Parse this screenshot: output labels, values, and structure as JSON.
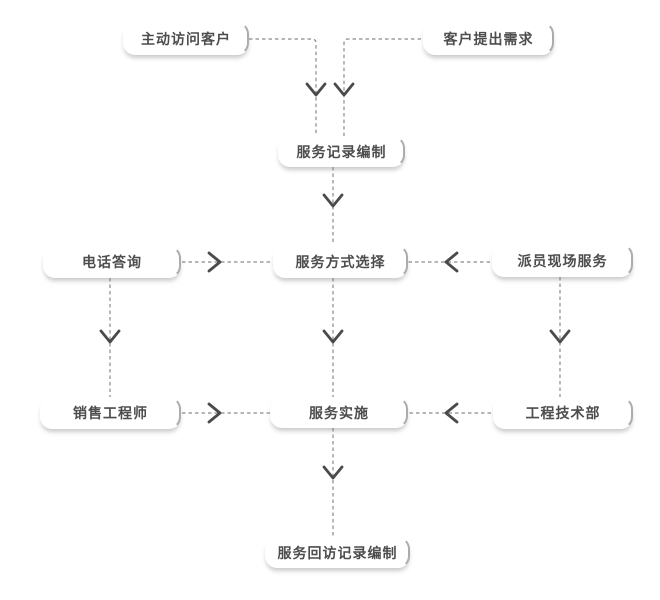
{
  "diagram": {
    "background_color": "#ffffff",
    "node_text_color": "#4d4d4d",
    "node_border_color": "#acacac",
    "connector_color": "#8a8a8a",
    "arrowhead_color": "#4a4a4a",
    "nodes": [
      {
        "id": "visit-customer",
        "label": "主动访问客户"
      },
      {
        "id": "customer-request",
        "label": "客户提出需求"
      },
      {
        "id": "service-record",
        "label": "服务记录编制"
      },
      {
        "id": "phone-inquiry",
        "label": "电话答询"
      },
      {
        "id": "service-method-select",
        "label": "服务方式选择"
      },
      {
        "id": "onsite-service",
        "label": "派员现场服务"
      },
      {
        "id": "sales-engineer",
        "label": "销售工程师"
      },
      {
        "id": "service-implementation",
        "label": "服务实施"
      },
      {
        "id": "engineering-dept",
        "label": "工程技术部"
      },
      {
        "id": "service-followup-record",
        "label": "服务回访记录编制"
      }
    ],
    "edges": [
      {
        "from": "visit-customer",
        "to": "service-record",
        "style": "dashed"
      },
      {
        "from": "customer-request",
        "to": "service-record",
        "style": "dashed"
      },
      {
        "from": "service-record",
        "to": "service-method-select",
        "style": "dashed"
      },
      {
        "from": "phone-inquiry",
        "to": "service-method-select",
        "style": "dashed"
      },
      {
        "from": "onsite-service",
        "to": "service-method-select",
        "style": "dashed"
      },
      {
        "from": "phone-inquiry",
        "to": "sales-engineer",
        "style": "dashed"
      },
      {
        "from": "service-method-select",
        "to": "service-implementation",
        "style": "dashed"
      },
      {
        "from": "onsite-service",
        "to": "engineering-dept",
        "style": "dashed"
      },
      {
        "from": "sales-engineer",
        "to": "service-implementation",
        "style": "dashed"
      },
      {
        "from": "engineering-dept",
        "to": "service-implementation",
        "style": "dashed"
      },
      {
        "from": "service-implementation",
        "to": "service-followup-record",
        "style": "dashed"
      }
    ]
  }
}
